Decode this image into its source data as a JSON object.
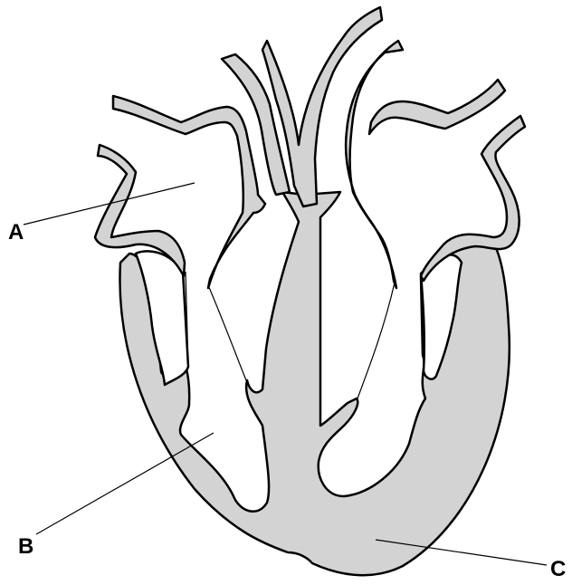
{
  "diagram": {
    "labels": {
      "a": "A",
      "b": "B",
      "c": "C"
    },
    "colors": {
      "tissue": "#d3d3d3",
      "outline": "#000000",
      "background": "#ffffff"
    }
  }
}
